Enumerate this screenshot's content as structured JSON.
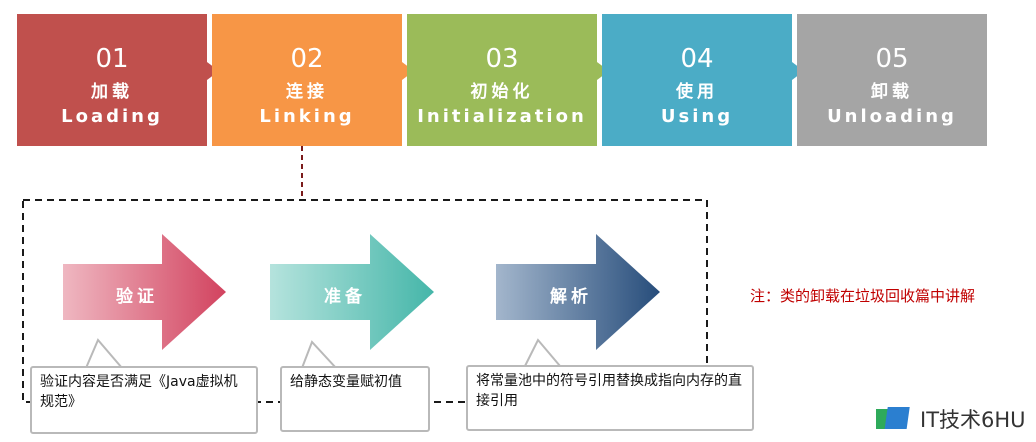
{
  "stages": [
    {
      "num": "01",
      "zh": "加载",
      "en": "Loading",
      "color": "#c0504d"
    },
    {
      "num": "02",
      "zh": "连接",
      "en": "Linking",
      "color": "#f79646"
    },
    {
      "num": "03",
      "zh": "初始化",
      "en": "Initialization",
      "color": "#9bbb59"
    },
    {
      "num": "04",
      "zh": "使用",
      "en": "Using",
      "color": "#4bacc6"
    },
    {
      "num": "05",
      "zh": "卸载",
      "en": "Unloading",
      "color": "#a5a5a5"
    }
  ],
  "linking_steps": [
    {
      "label": "验证",
      "description": "验证内容是否满足《Java虚拟机规范》"
    },
    {
      "label": "准备",
      "description": "给静态变量赋初值"
    },
    {
      "label": "解析",
      "description": "将常量池中的符号引用替换成指向内存的直接引用"
    }
  ],
  "note": "注：类的卸载在垃圾回收篇中讲解",
  "watermark": "IT技术6HU"
}
